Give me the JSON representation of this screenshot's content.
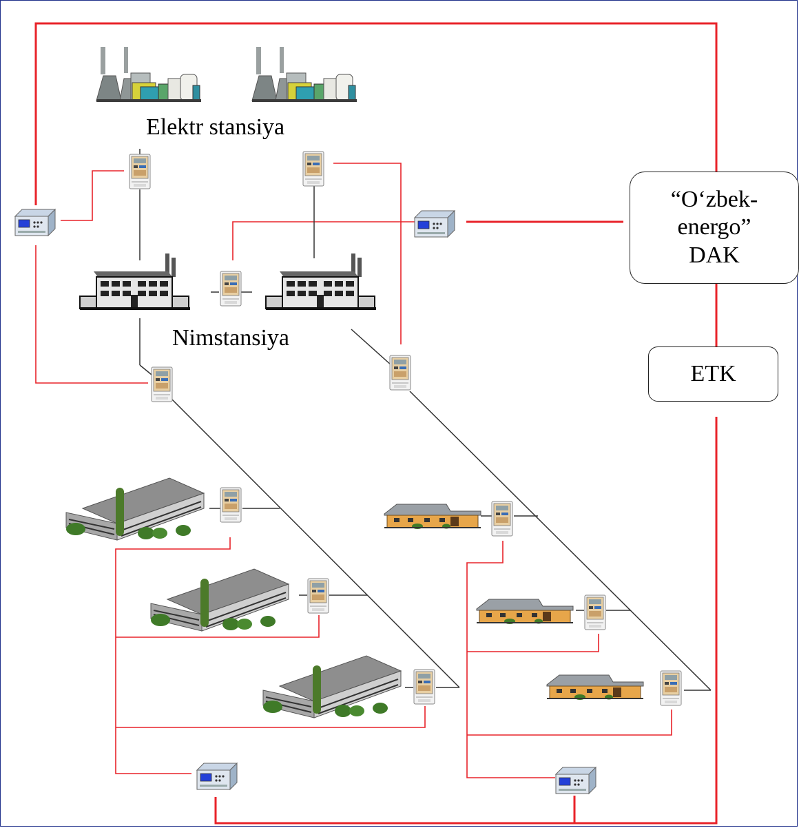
{
  "labels": {
    "power_station": "Elektr stansiya",
    "substation": "Nimstansiya"
  },
  "boxes": {
    "uzbekenergo": [
      "“O‘zbek-",
      "energo”",
      "DAK"
    ],
    "etk": "ETK"
  },
  "colors": {
    "frame": "#1f2f8a",
    "red_line": "#e8232a",
    "black_line": "#333333"
  },
  "icons": {
    "power_plant": "power-plant-icon",
    "substation": "substation-building-icon",
    "meter": "electricity-meter-icon",
    "controller": "data-concentrator-icon",
    "industrial_building": "industrial-building-icon",
    "house": "house-icon"
  }
}
